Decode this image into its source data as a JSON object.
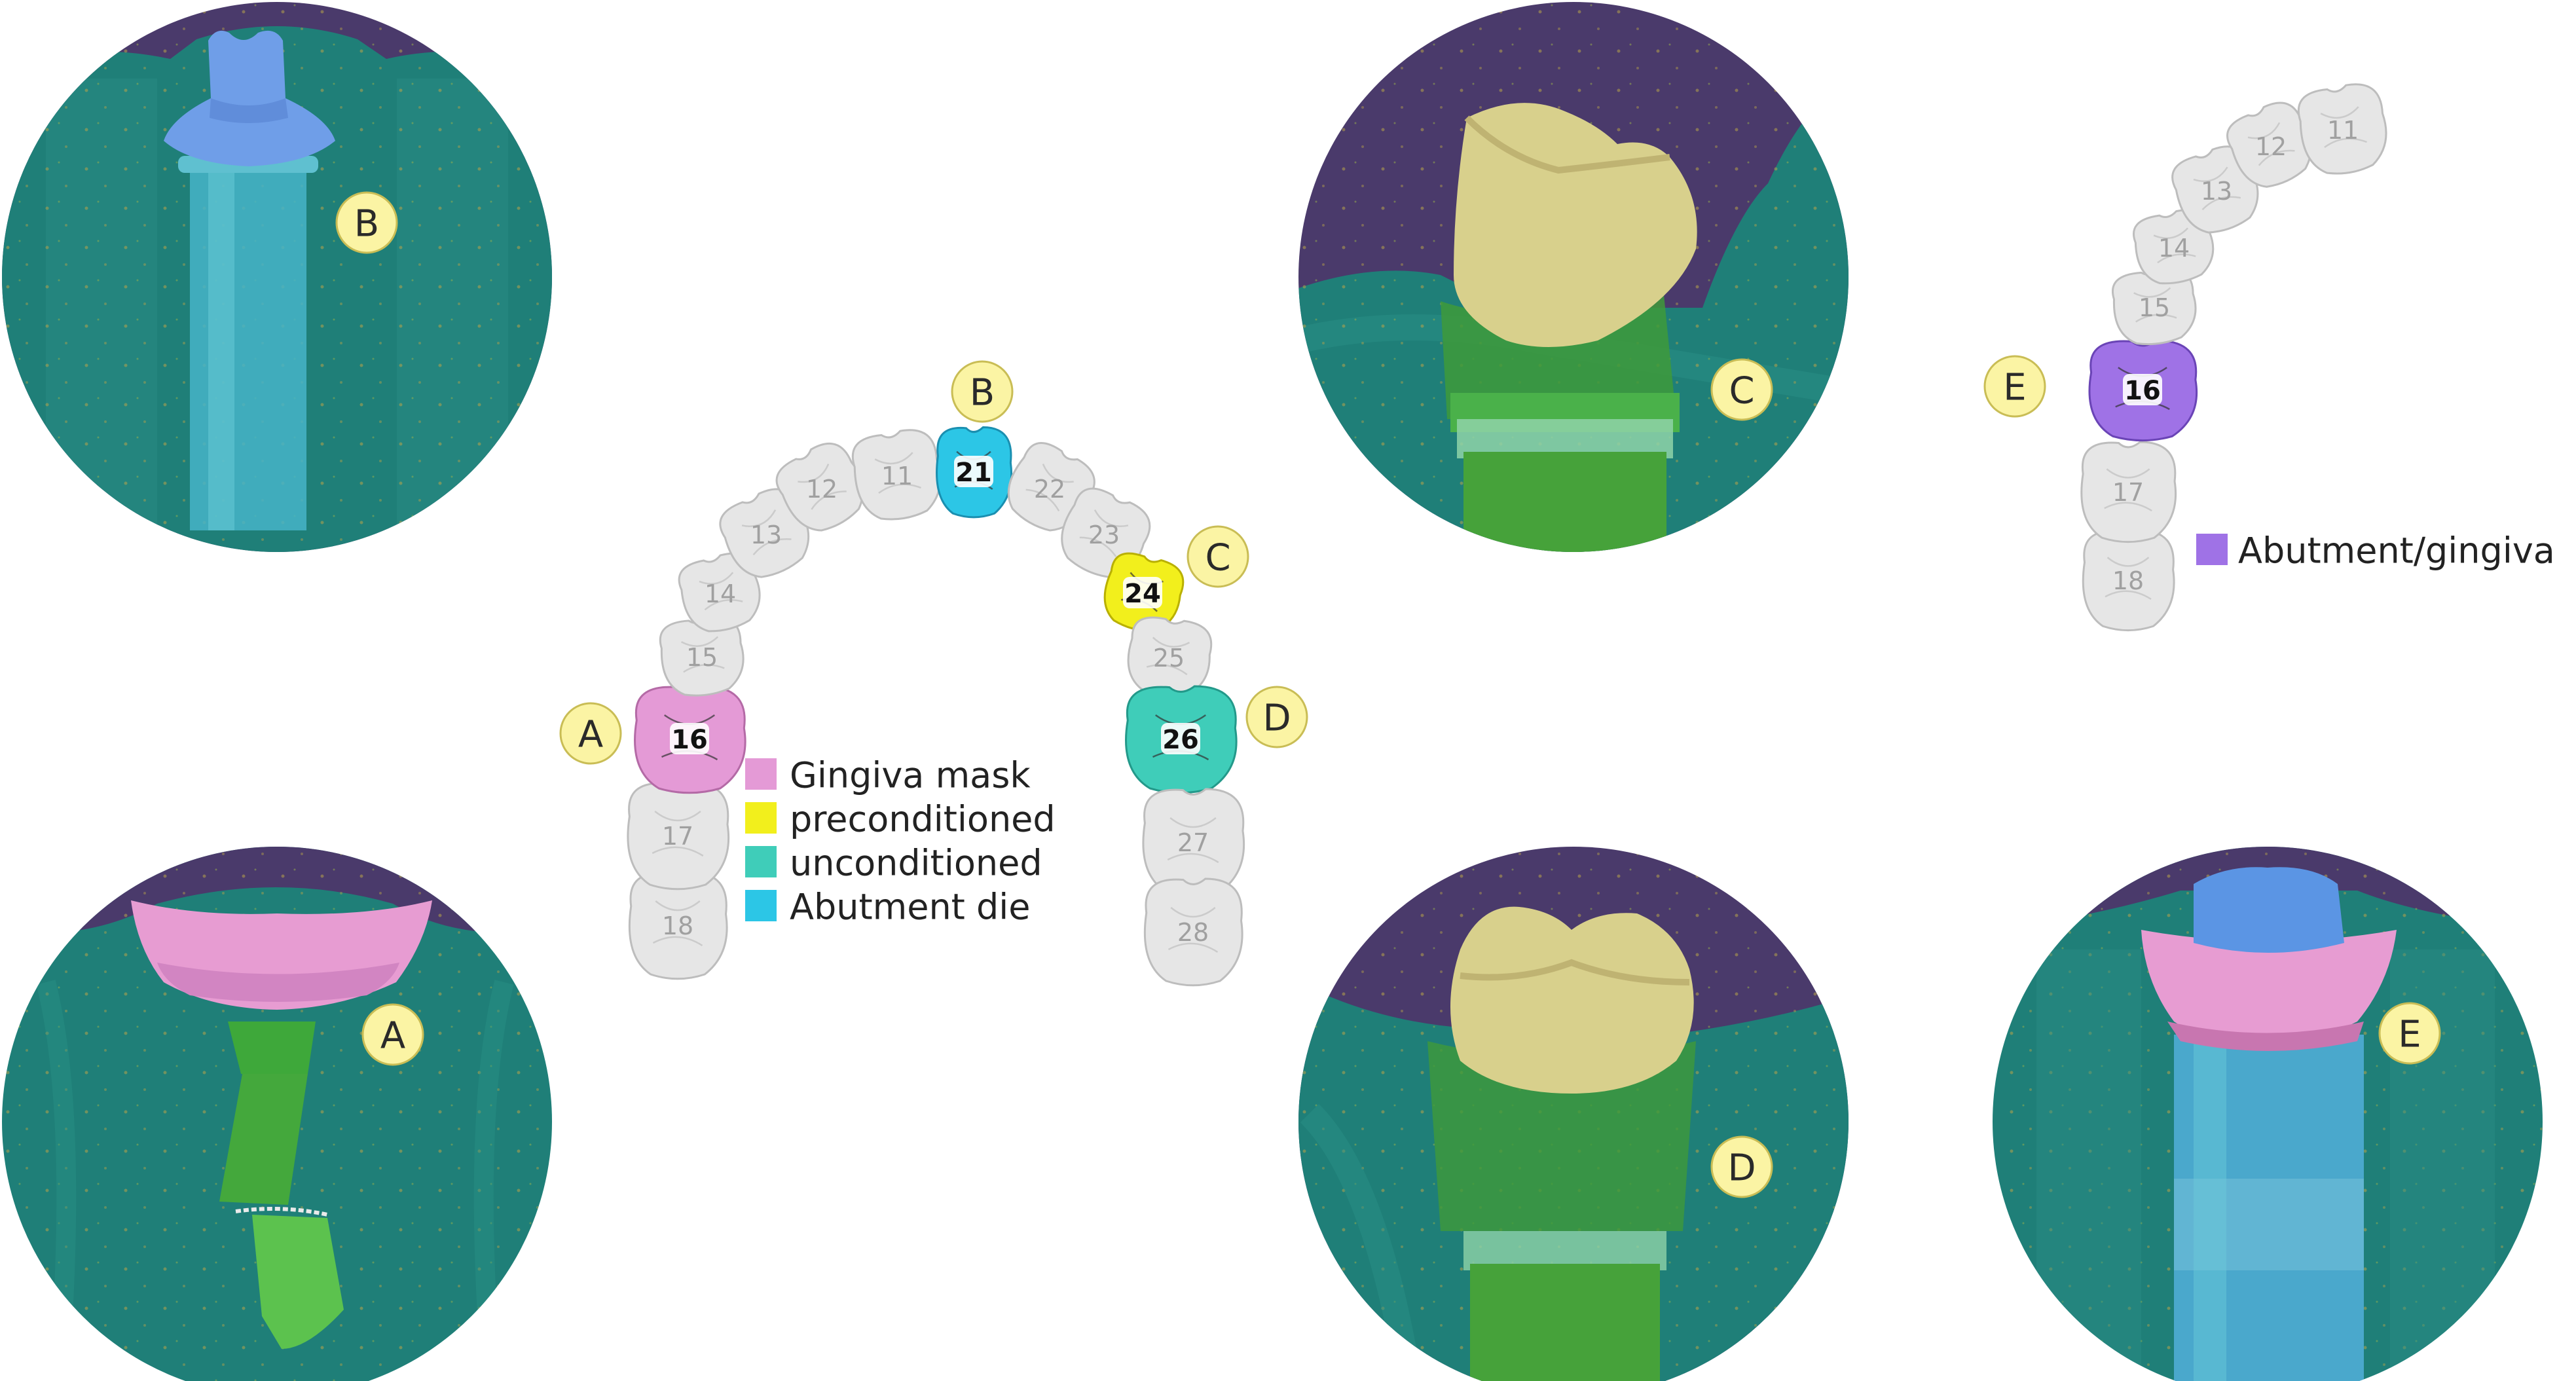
{
  "colors": {
    "purple_bg": "#4a3a6b",
    "teal_tissue": "#1f7f78",
    "gingiva_pink": "#e49ad6",
    "preconditioned_yellow": "#f2ef1c",
    "unconditioned_teal": "#3fcdb9",
    "abutment_die_cyan": "#2cc6e6",
    "abutment_gingiva_purple": "#9f72e6",
    "tooth_gray": "#e6e6e6",
    "marker_yellow": "#fbf4a4",
    "crown_gold": "#d8d08c",
    "post_green": "#3ea83a",
    "die_blue": "#6f9ee8",
    "pink_cuff": "#e79cd2"
  },
  "main_arch": {
    "teeth": [
      {
        "num": "18",
        "role": "none"
      },
      {
        "num": "17",
        "role": "none"
      },
      {
        "num": "16",
        "role": "gingiva_mask"
      },
      {
        "num": "15",
        "role": "none"
      },
      {
        "num": "14",
        "role": "none"
      },
      {
        "num": "13",
        "role": "none"
      },
      {
        "num": "12",
        "role": "none"
      },
      {
        "num": "11",
        "role": "none"
      },
      {
        "num": "21",
        "role": "abutment_die"
      },
      {
        "num": "22",
        "role": "none"
      },
      {
        "num": "23",
        "role": "none"
      },
      {
        "num": "24",
        "role": "preconditioned"
      },
      {
        "num": "25",
        "role": "none"
      },
      {
        "num": "26",
        "role": "unconditioned"
      },
      {
        "num": "27",
        "role": "none"
      },
      {
        "num": "28",
        "role": "none"
      }
    ],
    "markers": {
      "a": "A",
      "b": "B",
      "c": "C",
      "d": "D"
    }
  },
  "legend": [
    {
      "label": "Gingiva mask",
      "role": "gingiva_mask"
    },
    {
      "label": "preconditioned",
      "role": "preconditioned"
    },
    {
      "label": "unconditioned",
      "role": "unconditioned"
    },
    {
      "label": "Abutment die",
      "role": "abutment_die"
    }
  ],
  "right_arch": {
    "teeth": [
      {
        "num": "18",
        "role": "none"
      },
      {
        "num": "17",
        "role": "none"
      },
      {
        "num": "16",
        "role": "abutment_gingiva"
      },
      {
        "num": "15",
        "role": "none"
      },
      {
        "num": "14",
        "role": "none"
      },
      {
        "num": "13",
        "role": "none"
      },
      {
        "num": "12",
        "role": "none"
      },
      {
        "num": "11",
        "role": "none"
      }
    ],
    "marker": "E",
    "legend": {
      "label": "Abutment/gingiva",
      "role": "abutment_gingiva"
    }
  },
  "photos": [
    {
      "id": "b",
      "label": "B"
    },
    {
      "id": "a",
      "label": "A"
    },
    {
      "id": "c",
      "label": "C"
    },
    {
      "id": "d",
      "label": "D"
    },
    {
      "id": "e",
      "label": "E"
    }
  ]
}
